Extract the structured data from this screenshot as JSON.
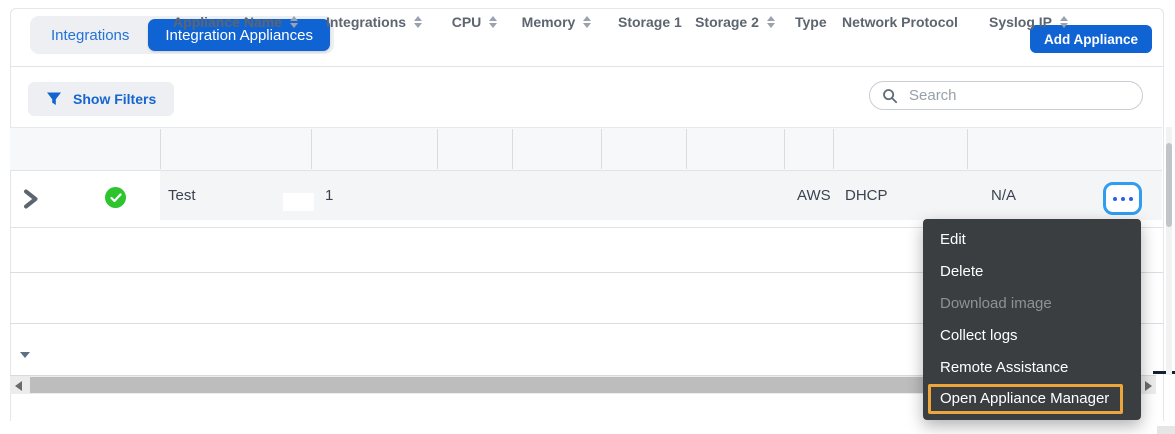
{
  "tabs": {
    "integrations": "Integrations",
    "integration_appliances": "Integration Appliances"
  },
  "header": {
    "add_appliance": "Add Appliance"
  },
  "filters": {
    "show_filters": "Show Filters"
  },
  "search": {
    "placeholder": "Search",
    "value": ""
  },
  "table": {
    "columns": [
      {
        "label": "Appliance Name",
        "sort": true
      },
      {
        "label": "Integrations",
        "sort": true
      },
      {
        "label": "CPU",
        "sort": true
      },
      {
        "label": "Memory",
        "sort": true
      },
      {
        "label": "Storage 1",
        "sort": false
      },
      {
        "label": "Storage 2",
        "sort": true
      },
      {
        "label": "Type",
        "sort": false
      },
      {
        "label": "Network Protocol",
        "sort": false
      },
      {
        "label": "Syslog IP",
        "sort": true
      }
    ],
    "row": {
      "status": "ok",
      "appliance_name": "Test",
      "integrations": "1",
      "type": "AWS",
      "network_protocol": "DHCP",
      "syslog_ip": "N/A"
    }
  },
  "context_menu": {
    "items": [
      {
        "label": "Edit"
      },
      {
        "label": "Delete"
      },
      {
        "label": "Download image",
        "disabled": true
      },
      {
        "label": "Collect logs"
      },
      {
        "label": "Remote Assistance"
      },
      {
        "label": "Open Appliance Manager",
        "highlighted": true
      }
    ]
  },
  "colors": {
    "accent_blue": "#0f63d2",
    "link_blue": "#2273d6",
    "success_green": "#2dc42d",
    "menu_bg": "#3b3e41",
    "highlight_orange": "#eda63c",
    "dots_border_blue": "#2f9df1"
  }
}
